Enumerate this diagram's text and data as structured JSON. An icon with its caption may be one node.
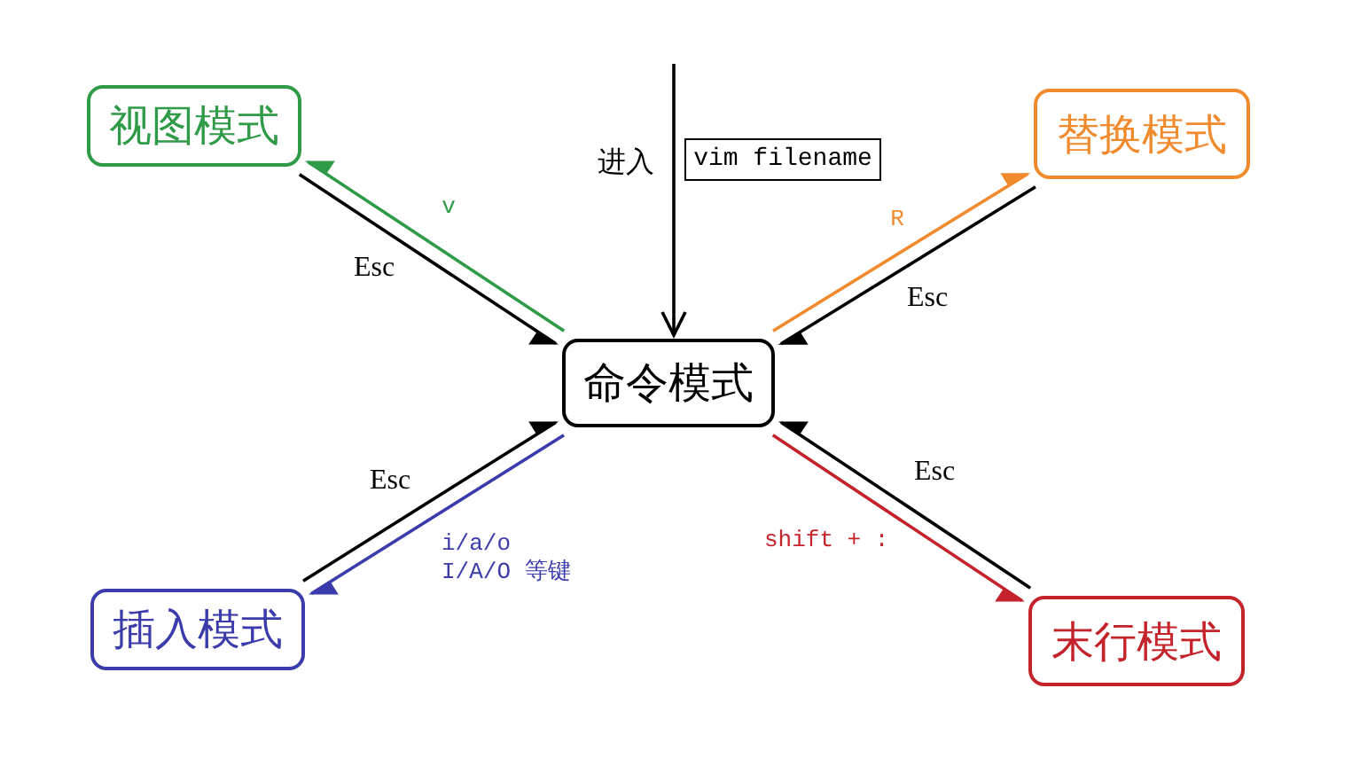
{
  "diagram": {
    "nodes": [
      {
        "text": [
          "视图模式"
        ]
      },
      {
        "text": [
          "vim filename"
        ]
      },
      {
        "text": [
          "替换模式"
        ]
      },
      {
        "text": [
          "命令模式"
        ]
      },
      {
        "text": [
          "插入模式"
        ]
      },
      {
        "text": [
          "末行模式"
        ]
      }
    ],
    "edges": [
      {
        "from": null,
        "to": 3,
        "arrow": "to",
        "label": "进入"
      },
      {
        "from": 0,
        "to": 3,
        "arrow": "to",
        "label": "Esc"
      },
      {
        "from": 3,
        "to": 0,
        "arrow": "to",
        "label": "v",
        "color": "#2f9a48"
      },
      {
        "from": 2,
        "to": 3,
        "arrow": "to",
        "label": "Esc"
      },
      {
        "from": 3,
        "to": 2,
        "arrow": "to",
        "label": "R",
        "color": "#f08a2c"
      },
      {
        "from": 4,
        "to": 3,
        "arrow": "to",
        "label": "Esc"
      },
      {
        "from": 3,
        "to": 4,
        "arrow": "to",
        "label": "i/a/o I/A/O 等键",
        "color": "#3b3bab"
      },
      {
        "from": 5,
        "to": 3,
        "arrow": "to",
        "label": "Esc"
      },
      {
        "from": 3,
        "to": 5,
        "arrow": "to",
        "label": "shift + :",
        "color": "#c4232b"
      }
    ]
  }
}
